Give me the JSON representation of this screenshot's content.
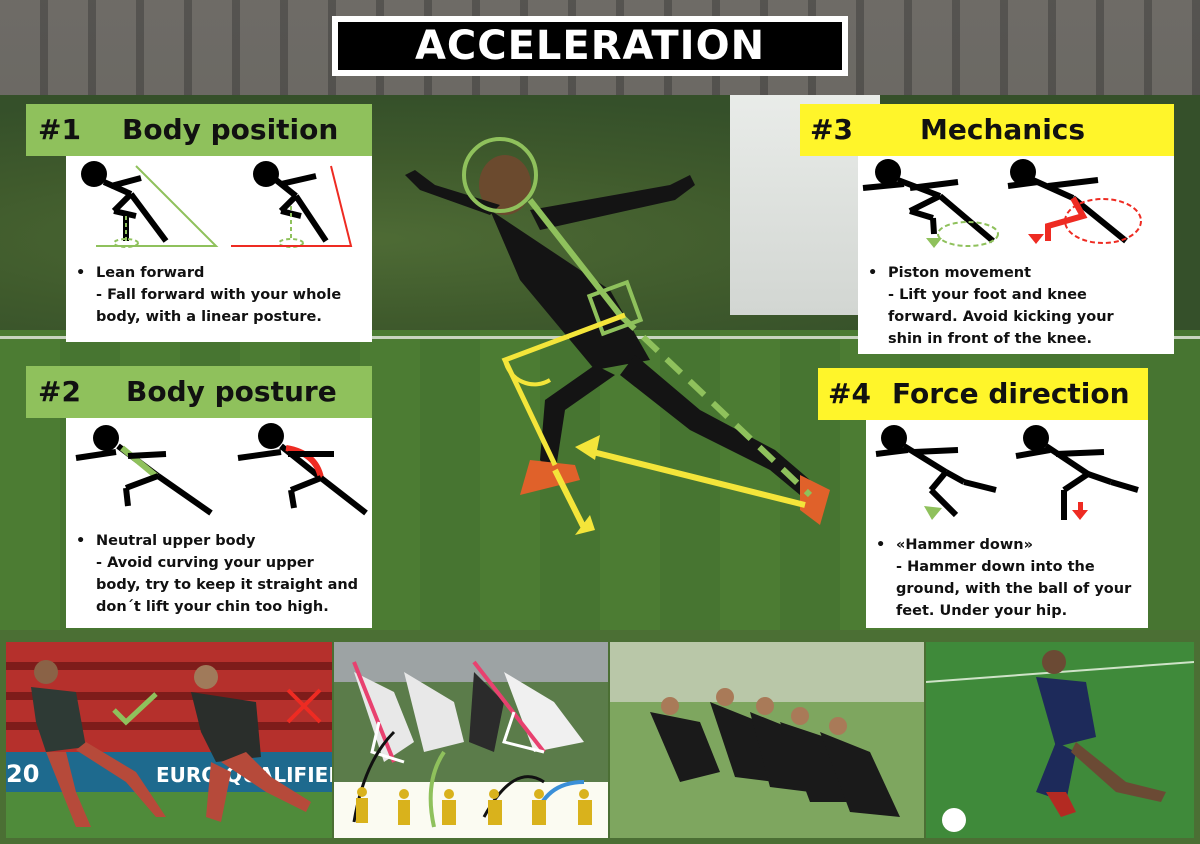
{
  "title": "ACCELERATION",
  "sections": [
    {
      "number": "#1",
      "heading": "Body position",
      "bullet": "•",
      "lines": [
        "Lean forward",
        "- Fall forward with your whole",
        "body, with a linear posture."
      ],
      "color": "#8fc15c"
    },
    {
      "number": "#2",
      "heading": "Body posture",
      "bullet": "•",
      "lines": [
        "Neutral upper body",
        "- Avoid curving your upper",
        "body, try to keep it straight and",
        "don´t lift your chin too high."
      ],
      "color": "#8fc15c"
    },
    {
      "number": "#3",
      "heading": "Mechanics",
      "bullet": "•",
      "lines": [
        "Piston movement",
        "- Lift your foot and knee",
        "forward. Avoid kicking your",
        "shin in front of the knee."
      ],
      "color": "#fff52a"
    },
    {
      "number": "#4",
      "heading": "Force direction",
      "bullet": "•",
      "lines": [
        "«Hammer down»",
        "- Hammer down into the",
        "ground, with the ball of your",
        "feet. Under your hip."
      ],
      "color": "#fff52a"
    }
  ],
  "photo_text": {
    "ronaldo_stand": "20",
    "ronaldo_banner": "EURO QUALIFIER"
  },
  "colors": {
    "good": "#8fc15c",
    "bad": "#ee2b22",
    "force": "#f4e53a",
    "posture_pink": "#e8416f",
    "arc_blue": "#3a8fd8"
  }
}
